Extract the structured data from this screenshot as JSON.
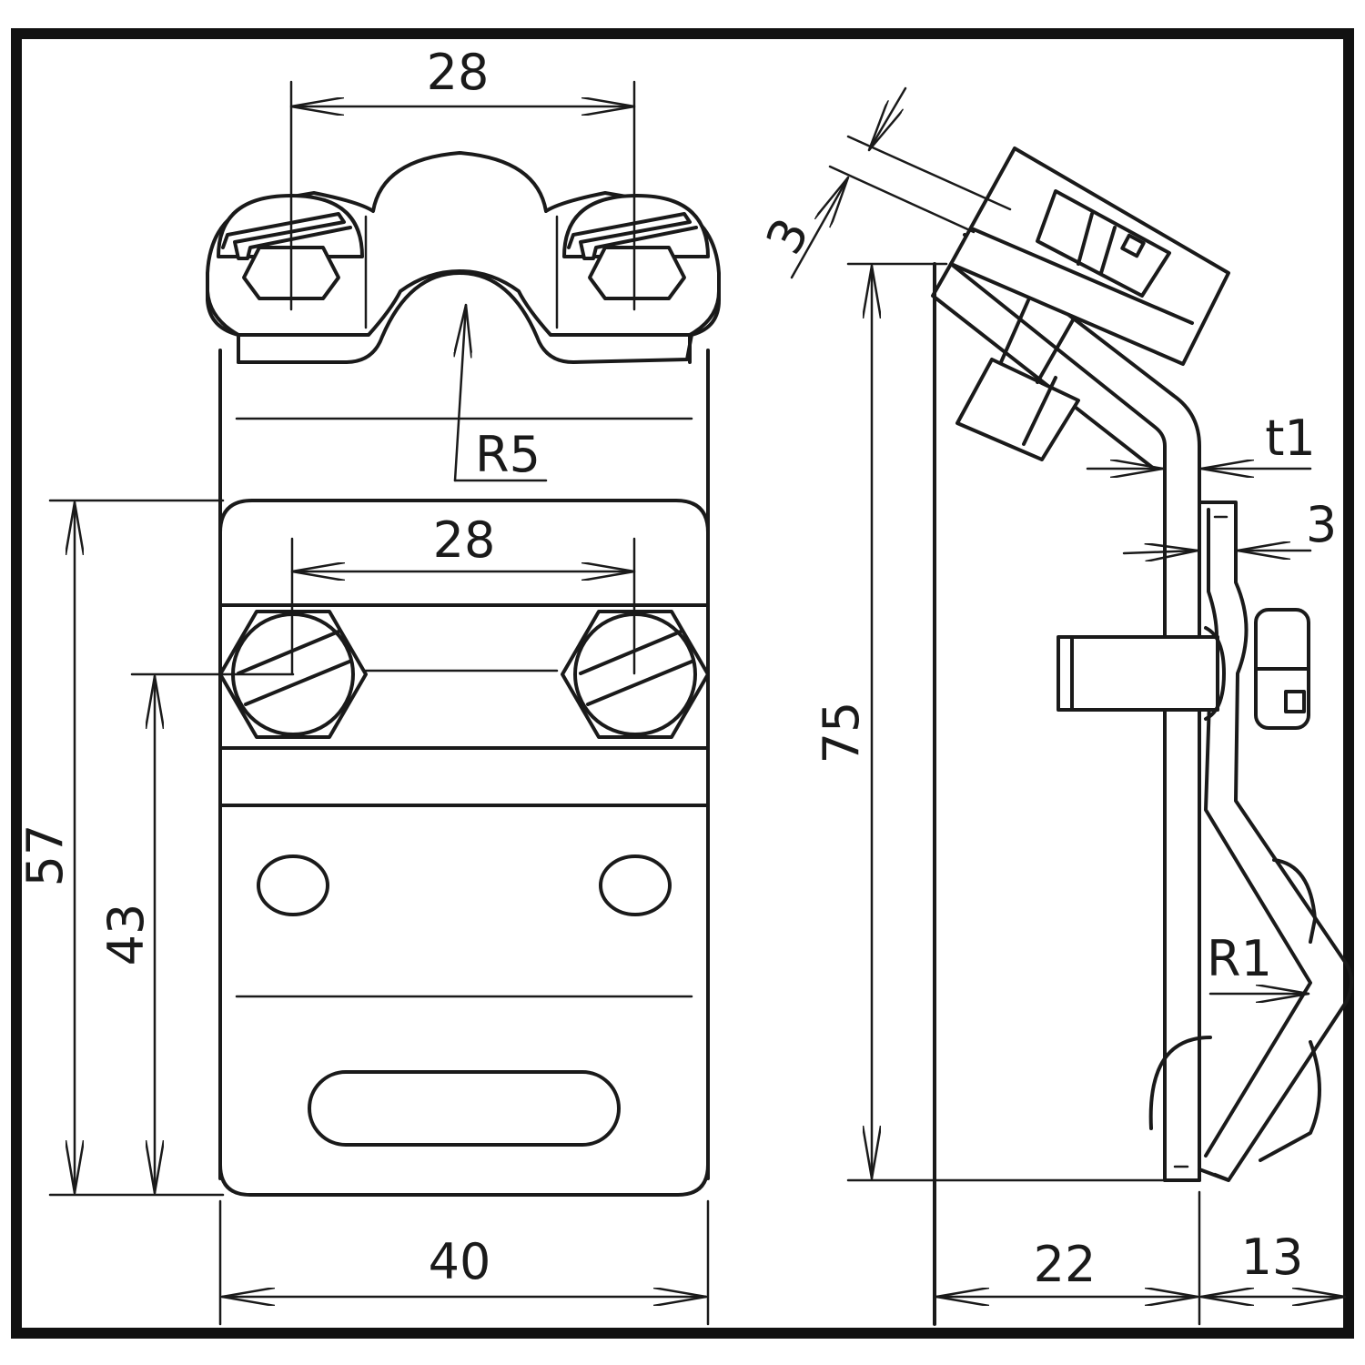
{
  "colors": {
    "line": "#1a1a1a",
    "frame": "#111111",
    "background": "#ffffff"
  },
  "dimensions": {
    "top_bolt_spacing": "28",
    "lower_bolt_spacing": "28",
    "radius_saddle": "R5",
    "height_57": "57",
    "height_43": "43",
    "width_40": "40",
    "side_height_75": "75",
    "top_plate_thickness": "3",
    "bend_thickness": "t1",
    "strip_thickness": "3",
    "radius_bend": "R1",
    "depth_22": "22",
    "depth_13": "13"
  }
}
